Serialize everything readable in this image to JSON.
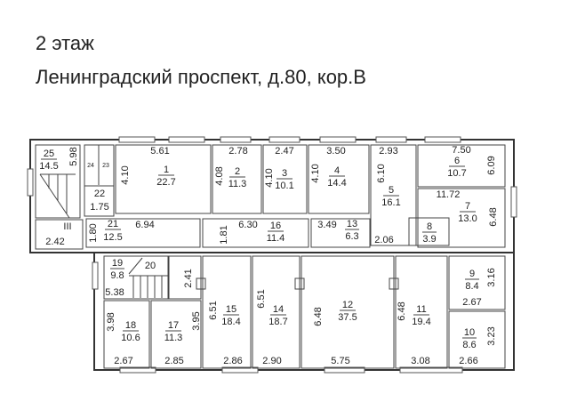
{
  "title": {
    "floor": "2 этаж",
    "address": "Ленинградский проспект, д.80, кор.В"
  },
  "rooms": [
    {
      "number": "1",
      "area": "22.7"
    },
    {
      "number": "2",
      "area": "11.3"
    },
    {
      "number": "3",
      "area": "10.1"
    },
    {
      "number": "4",
      "area": "14.4"
    },
    {
      "number": "5",
      "area": "16.1"
    },
    {
      "number": "6",
      "area": "10.7"
    },
    {
      "number": "7",
      "area": "13.0"
    },
    {
      "number": "8",
      "area": "3.9"
    },
    {
      "number": "9",
      "area": "8.4"
    },
    {
      "number": "10",
      "area": "8.6"
    },
    {
      "number": "11",
      "area": "19.4"
    },
    {
      "number": "12",
      "area": "37.5"
    },
    {
      "number": "13",
      "area": "6.3"
    },
    {
      "number": "14",
      "area": "18.7"
    },
    {
      "number": "15",
      "area": "18.4"
    },
    {
      "number": "16",
      "area": "11.4"
    },
    {
      "number": "17",
      "area": "11.3"
    },
    {
      "number": "18",
      "area": "10.6"
    },
    {
      "number": "19",
      "area": "9.8"
    },
    {
      "number": "21",
      "area": "12.5"
    },
    {
      "number": "22",
      "area": "1.75"
    },
    {
      "number": "25",
      "area": "14.5"
    }
  ],
  "labels": {
    "r20": "20",
    "r23": "23",
    "r24": "24",
    "stair3": "III"
  },
  "dimensions": [
    "5.98",
    "2.42",
    "5.61",
    "4.10",
    "2.78",
    "4.08",
    "2.47",
    "4.10",
    "3.50",
    "4.10",
    "2.93",
    "6.10",
    "7.50",
    "6.09",
    "11.72",
    "6.48",
    "1.80",
    "6.94",
    "1.81",
    "6.30",
    "3.49",
    "2.06",
    "5.38",
    "2.41",
    "3.98",
    "2.67",
    "3.95",
    "2.85",
    "6.51",
    "2.86",
    "6.51",
    "2.90",
    "6.48",
    "5.75",
    "6.48",
    "3.08",
    "3.16",
    "2.67",
    "3.23",
    "2.66"
  ]
}
